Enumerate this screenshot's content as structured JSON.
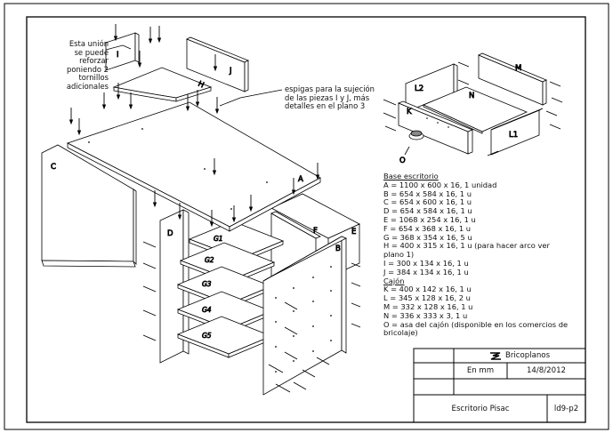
{
  "annotations": {
    "left_note": [
      "Esta unión",
      "se puede",
      "reforzar",
      "poniendo 2",
      "tornillos",
      "adicionales"
    ],
    "right_note": [
      "espigas para la sujeción",
      "de las piezas I y J, más",
      "detalles en el plano 3"
    ]
  },
  "part_labels": {
    "I": "I",
    "J": "J",
    "H": "H",
    "A": "A",
    "C": "C",
    "D": "D",
    "E": "E",
    "F": "F",
    "B": "B",
    "G1": "G1",
    "G2": "G2",
    "G3": "G3",
    "G4": "G4",
    "G5": "G5",
    "L2": "L2",
    "M": "M",
    "N": "N",
    "K": "K",
    "L1": "L1",
    "O": "O"
  },
  "parts_list": {
    "base_heading": "Base escritorio",
    "base_items": [
      "A = 1100 x 600 x 16, 1 unidad",
      "B = 654 x 584 x 16, 1 u",
      "C = 654 x 600 x 16, 1 u",
      "D = 654 x 584 x 16, 1 u",
      "E = 1068 x 254 x 16, 1 u",
      "F = 654 x 368 x 16, 1 u",
      "G = 368 x 354 x 16, 5 u",
      "H = 400 x 315 x 16, 1 u (para hacer arco ver plano 1)",
      "I = 300 x 134 x 16, 1 u",
      "J = 384 x 134 x 16, 1 u"
    ],
    "drawer_heading": "Cajón",
    "drawer_items": [
      "K = 400 x 142 x 16, 1 u",
      "L = 345 x 128 x 16, 2 u",
      "M = 332 x 128 x 16, 1 u",
      "N = 336 x 333 x 3, 1 u",
      "O = asa del cajón (disponible en los comercios de bricolaje)"
    ]
  },
  "title_block": {
    "brand": "Bricoplanos",
    "units": "En mm",
    "date": "14/8/2012",
    "project": "Escritorio Pisac",
    "code": "ld9-p2"
  }
}
